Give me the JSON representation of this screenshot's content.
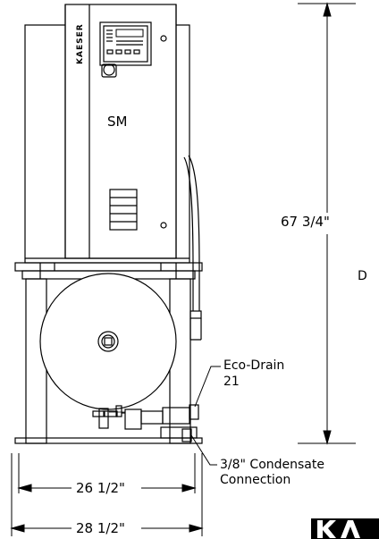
{
  "diagram": {
    "brand_vertical": "KAESER",
    "model_label": "SM",
    "height_dimension": "67 3/4\"",
    "side_letter": "D",
    "drain_label_line1": "Eco-Drain",
    "drain_label_line2": "21",
    "condensate_line1": "3/8\" Condensate",
    "condensate_line2": "Connection",
    "width_inner": "26 1/2\"",
    "width_outer": "28 1/2\"",
    "logo_text": "KA"
  },
  "colors": {
    "line": "#000000",
    "background": "#ffffff"
  }
}
